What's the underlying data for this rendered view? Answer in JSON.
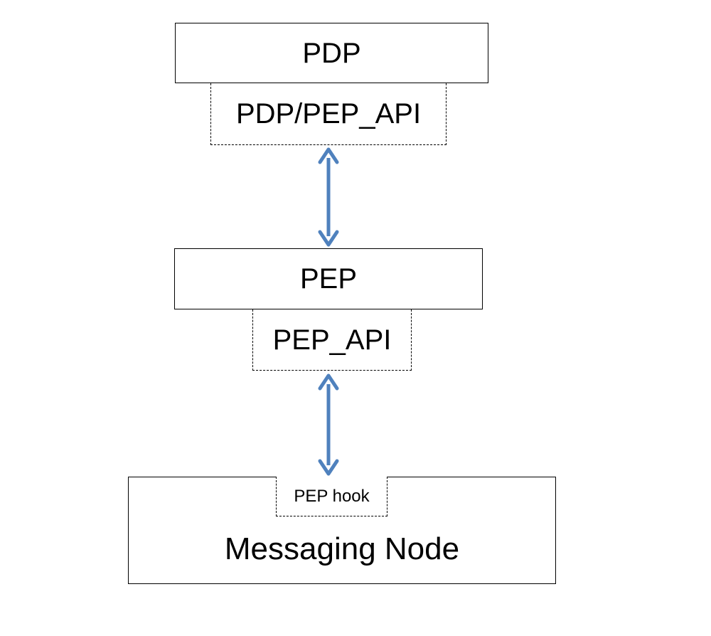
{
  "diagram": {
    "pdp": {
      "label": "PDP"
    },
    "pdp_pep_api": {
      "label": "PDP/PEP_API"
    },
    "pep": {
      "label": "PEP"
    },
    "pep_api": {
      "label": "PEP_API"
    },
    "messaging_node": {
      "label": "Messaging Node"
    },
    "pep_hook": {
      "label": "PEP hook"
    },
    "connections": [
      {
        "from": "PDP/PEP_API",
        "to": "PEP",
        "type": "bidirectional"
      },
      {
        "from": "PEP_API",
        "to": "PEP hook",
        "type": "bidirectional"
      }
    ],
    "colors": {
      "arrow": "#4F81BD",
      "border": "#000000"
    }
  }
}
